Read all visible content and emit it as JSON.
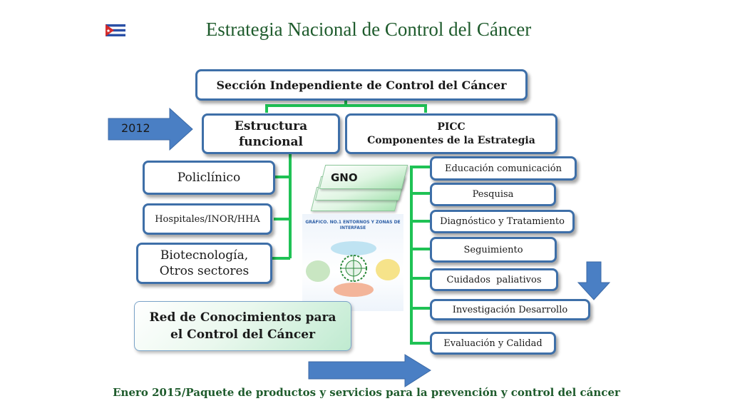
{
  "title": "Estrategia Nacional de Control del Cáncer",
  "header_box": "Sección Independiente de Control del Cáncer",
  "year_arrow": "2012",
  "estructura": "Estructura funcional",
  "picc": {
    "line1": "PICC",
    "line2": "Componentes de la Estrategia"
  },
  "left_items": {
    "policlinico": "Policlínico",
    "hospitales": "Hospitales/INOR/HHA",
    "biotec_line1": "Biotecnología,",
    "biotec_line2": "Otros sectores"
  },
  "gno": "GNO",
  "graphic": {
    "title_line1": "GRÁFICO. NO.1 ENTORNOS Y ZONAS DE",
    "title_line2": "INTERFASE"
  },
  "red": {
    "line1": "Red de Conocimientos para",
    "line2": "el Control del Cáncer"
  },
  "components": [
    "Educación comunicación",
    "Pesquisa",
    "Diagnóstico y Tratamiento",
    "Seguimiento",
    "Cuidados  paliativos",
    "Investigación Desarrollo",
    "Evaluación y Calidad"
  ],
  "footer": "Enero 2015/Paquete de productos y servicios para la prevención y control del cáncer",
  "colors": {
    "title": "#1e5b2c",
    "box_border": "#3e6fa8",
    "connector": "#1fc255",
    "arrow": "#4a7fc4",
    "gno_card": "#a9e3b3"
  },
  "icons": {
    "flag": "cuba-flag-icon"
  }
}
